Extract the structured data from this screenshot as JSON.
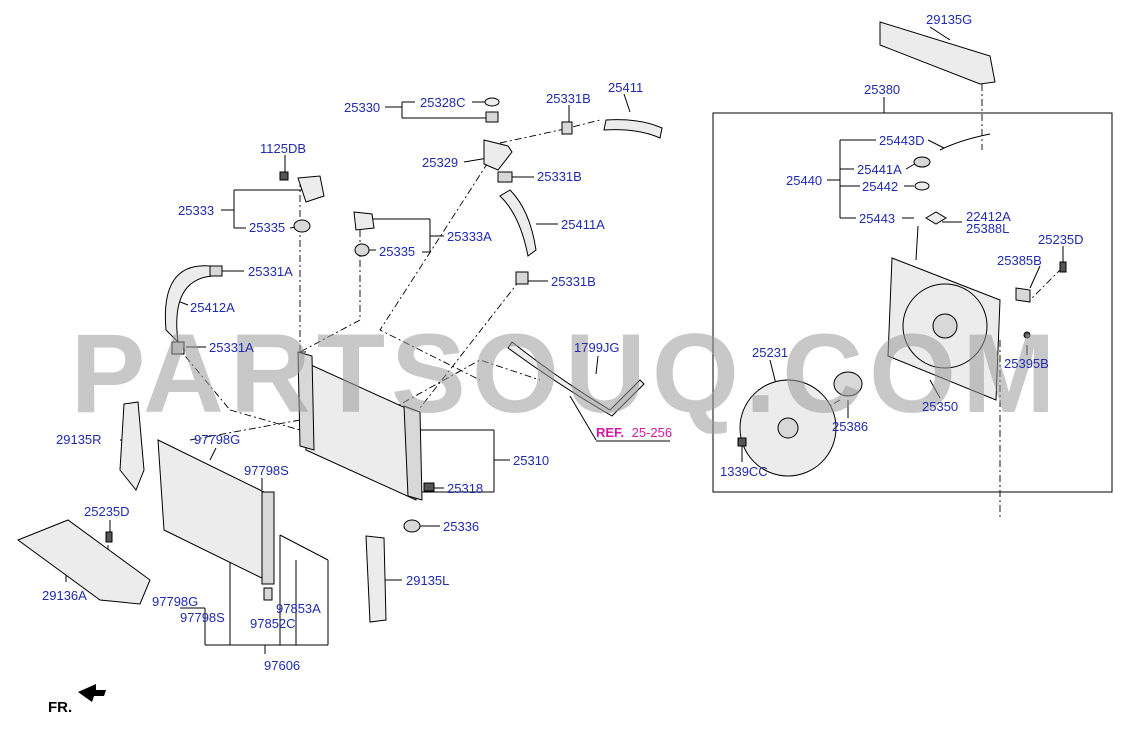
{
  "watermark": "PARTSOUQ.COM",
  "direction_label": "FR.",
  "reference": {
    "prefix": "REF.",
    "number": "25-256"
  },
  "labels": {
    "p29135G": "29135G",
    "p25380": "25380",
    "p25330": "25330",
    "p25328C": "25328C",
    "p25331B_top": "25331B",
    "p25411": "25411",
    "p1125DB": "1125DB",
    "p25329": "25329",
    "p25331B_mid": "25331B",
    "p25443D": "25443D",
    "p25441A": "25441A",
    "p25440": "25440",
    "p25442": "25442",
    "p25333": "25333",
    "p25335_left": "25335",
    "p25411A": "25411A",
    "p25443": "25443",
    "p22412A": "22412A",
    "p25388L": "25388L",
    "p25333A": "25333A",
    "p25235D_right": "25235D",
    "p25335_mid": "25335",
    "p25385B": "25385B",
    "p25331A_top": "25331A",
    "p25331B_low": "25331B",
    "p25412A": "25412A",
    "p25331A_low": "25331A",
    "p1799JG": "1799JG",
    "p25231": "25231",
    "p25395B": "25395B",
    "p25350": "25350",
    "p29135R": "29135R",
    "p97798G_top": "97798G",
    "p25386": "25386",
    "p25310": "25310",
    "p97798S_top": "97798S",
    "p1339CC": "1339CC",
    "p25318": "25318",
    "p25235D_left": "25235D",
    "p25336": "25336",
    "p29135L": "29135L",
    "p29136A": "29136A",
    "p97798G_low": "97798G",
    "p97853A": "97853A",
    "p97798S_low": "97798S",
    "p97852C": "97852C",
    "p97606": "97606"
  }
}
